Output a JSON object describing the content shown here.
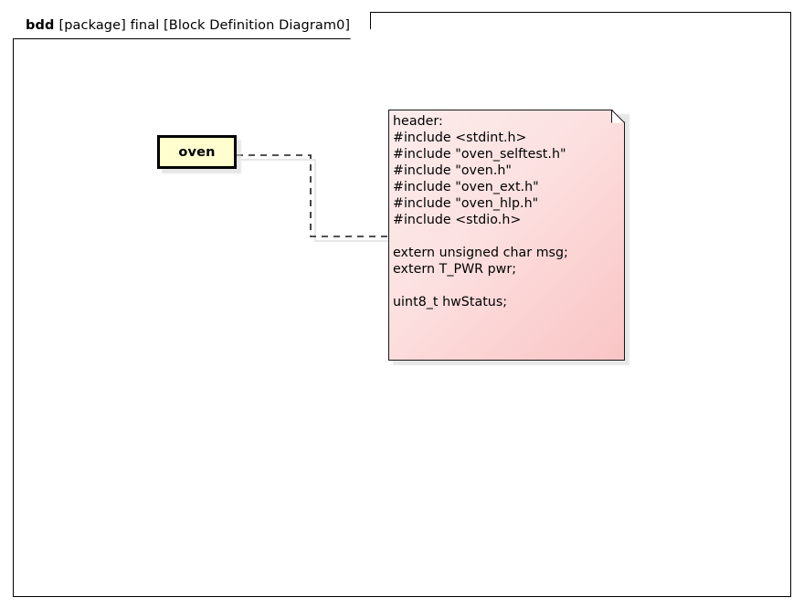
{
  "frame": {
    "kind": "bdd",
    "title_rest": "[package] final [Block Definition Diagram0]",
    "full_title": "bdd [package] final [Block Definition Diagram0]"
  },
  "blocks": [
    {
      "id": "oven",
      "name": "oven",
      "fill": "#FEFECE",
      "border": "#000000"
    }
  ],
  "notes": [
    {
      "id": "header-note",
      "attached_to": "oven",
      "fill_light": "#FDECEC",
      "fill_dark": "#F9C5C5",
      "border": "#181818",
      "text": "header:\n#include <stdint.h>\n#include \"oven_selftest.h\"\n#include \"oven.h\"\n#include \"oven_ext.h\"\n#include \"oven_hlp.h\"\n#include <stdio.h>\n\nextern unsigned char msg;\nextern T_PWR pwr;\n\nuint8_t hwStatus;",
      "lines": [
        "header:",
        "#include <stdint.h>",
        "#include \"oven_selftest.h\"",
        "#include \"oven.h\"",
        "#include \"oven_ext.h\"",
        "#include \"oven_hlp.h\"",
        "#include <stdio.h>",
        "",
        "extern unsigned char msg;",
        "extern T_PWR pwr;",
        "",
        "uint8_t hwStatus;"
      ]
    }
  ],
  "links": [
    {
      "id": "oven-to-note",
      "from": "oven",
      "to": "header-note",
      "style": "dashed",
      "color": "#181818"
    }
  ],
  "canvas": {
    "background": "#FFFFFF"
  }
}
